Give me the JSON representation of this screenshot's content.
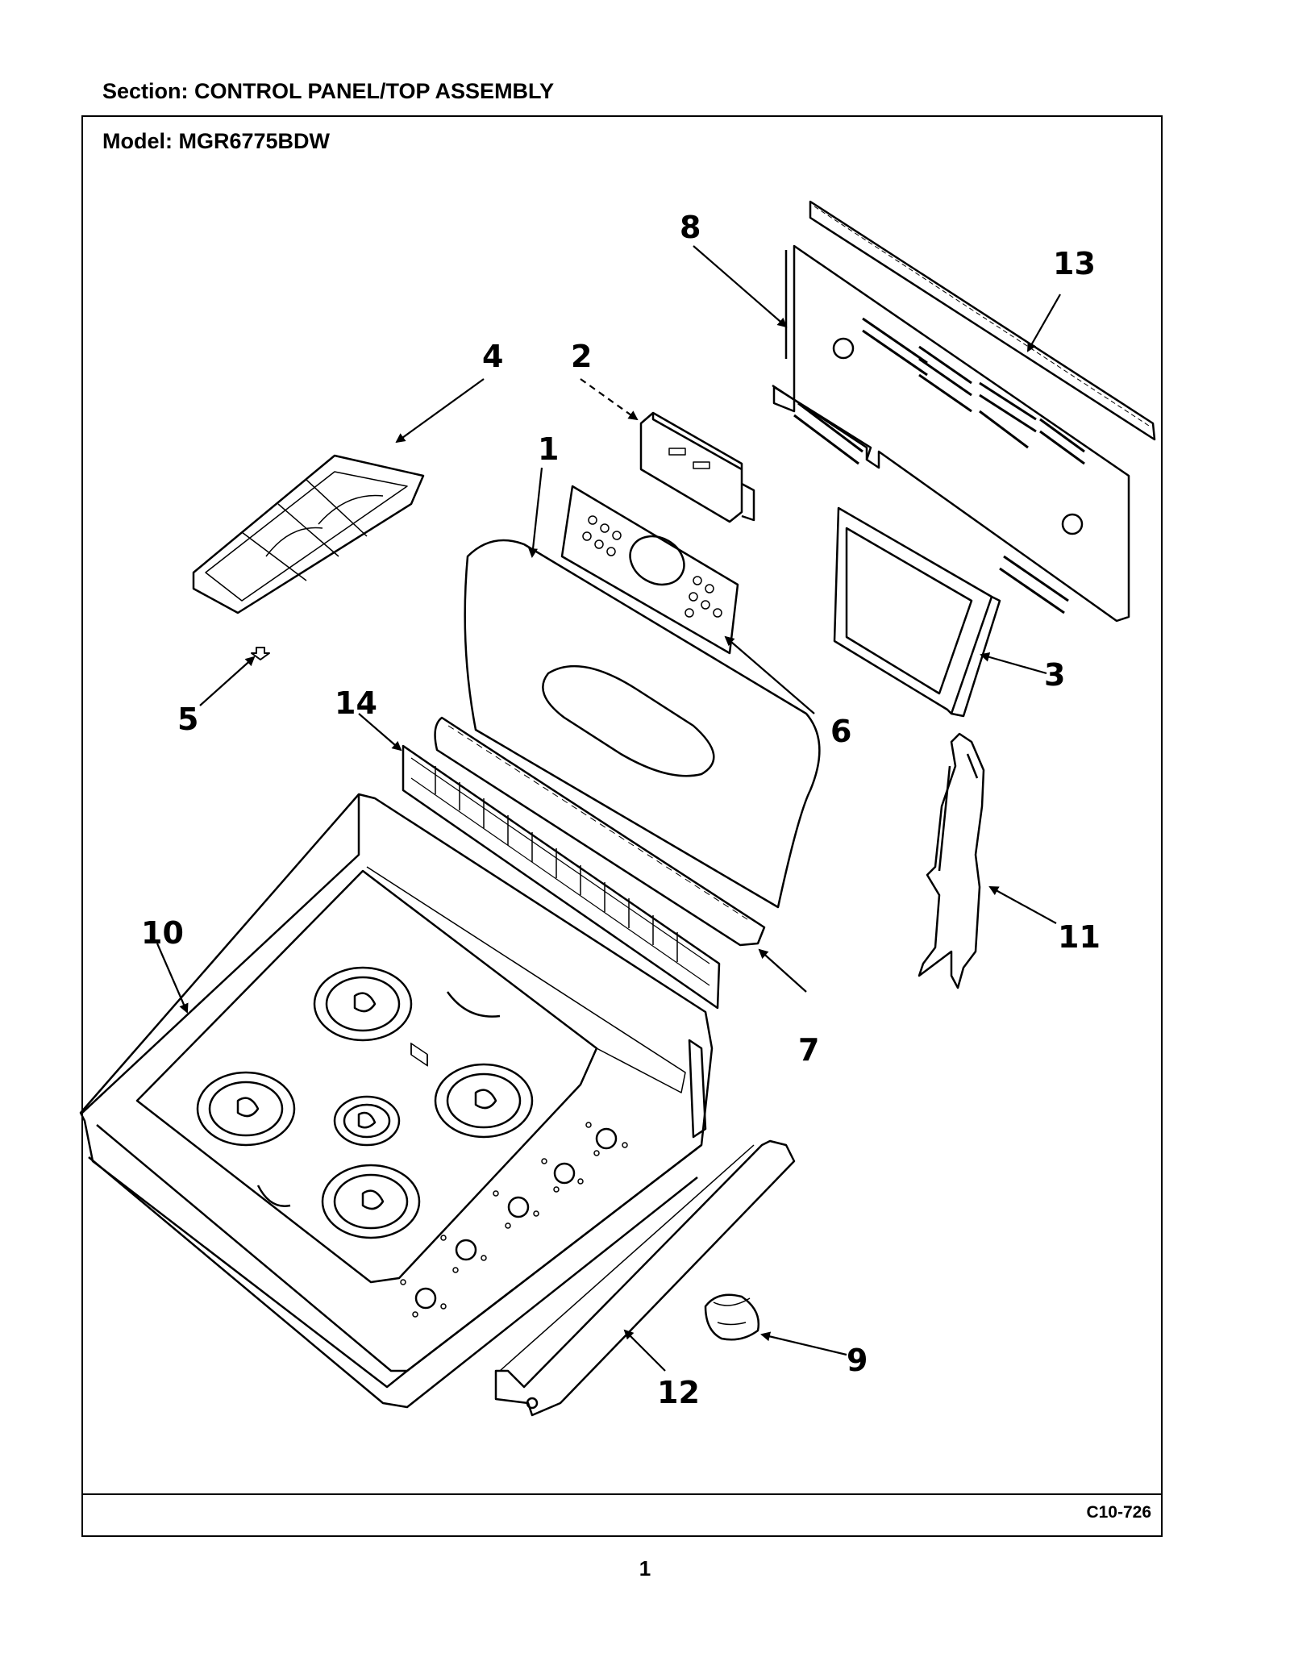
{
  "header": {
    "section": "Section:  CONTROL PANEL/TOP ASSEMBLY",
    "model": "Model:  MGR6775BDW"
  },
  "footer": {
    "code": "C10-726",
    "page_number": "1"
  },
  "callouts": {
    "c1": "1",
    "c2": "2",
    "c3": "3",
    "c4": "4",
    "c5": "5",
    "c6": "6",
    "c7": "7",
    "c8": "8",
    "c9": "9",
    "c10": "10",
    "c11": "11",
    "c12": "12",
    "c13": "13",
    "c14": "14"
  },
  "parts_drawn": [
    "control-panel",
    "clock",
    "window-trim",
    "grate",
    "bumper",
    "overlay",
    "trim-strip",
    "back-panel",
    "knob",
    "cooktop",
    "end-cap",
    "front-trim",
    "top-trim",
    "vent-strip"
  ]
}
